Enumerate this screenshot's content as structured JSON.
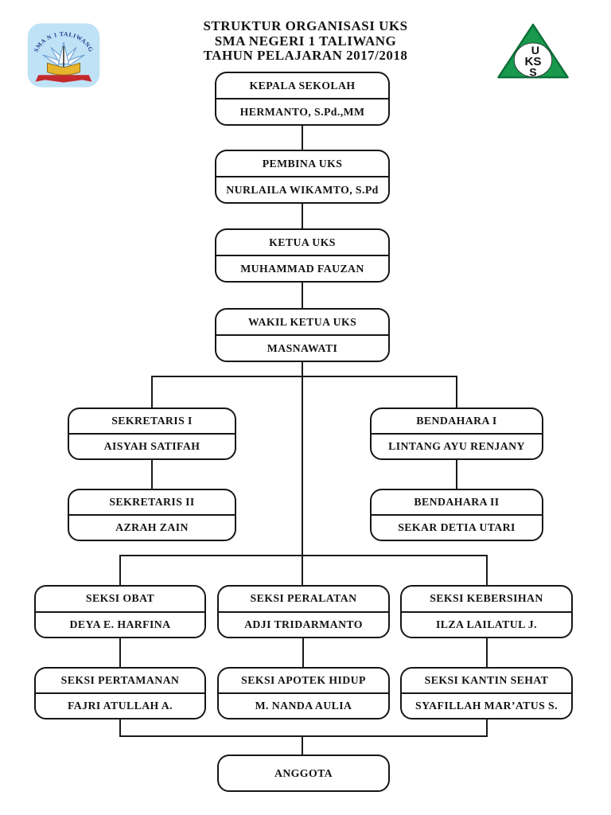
{
  "header": {
    "title_line1": "STRUKTUR ORGANISASI UKS",
    "title_line2": "SMA NEGERI 1 TALIWANG",
    "title_line3": "TAHUN PELAJARAN 2017/2018"
  },
  "logos": {
    "school": {
      "arc_text": "SMA N 1 TALIWANG",
      "background_color": "#bfe2f6",
      "petal_color": "#ffffff",
      "petal_outline_color": "#6b9fd4",
      "book_color": "#e6b52c",
      "ribbon_color": "#c5292d",
      "arc_text_color": "#1c3f94"
    },
    "uks": {
      "letter_top": "U",
      "letter_middle": "KS",
      "letter_bottom": "S",
      "triangle_color": "#18994d",
      "triangle_outline_color": "#0c6e38",
      "circle_color": "#ffffff",
      "letter_color": "#111111"
    }
  },
  "nodes": {
    "kepala": {
      "title": "KEPALA SEKOLAH",
      "name": "HERMANTO, S.Pd.,MM"
    },
    "pembina": {
      "title": "PEMBINA UKS",
      "name": "NURLAILA WIKAMTO, S.Pd"
    },
    "ketua": {
      "title": "KETUA UKS",
      "name": "MUHAMMAD FAUZAN"
    },
    "wakil": {
      "title": "WAKIL KETUA UKS",
      "name": "MASNAWATI"
    },
    "sekretaris1": {
      "title": "SEKRETARIS I",
      "name": "AISYAH SATIFAH"
    },
    "sekretaris2": {
      "title": "SEKRETARIS II",
      "name": "AZRAH ZAIN"
    },
    "bendahara1": {
      "title": "BENDAHARA I",
      "name": "LINTANG AYU RENJANY"
    },
    "bendahara2": {
      "title": "BENDAHARA II",
      "name": "SEKAR DETIA UTARI"
    },
    "seksi_obat": {
      "title": "SEKSI OBAT",
      "name": "DEYA E. HARFINA"
    },
    "seksi_peralatan": {
      "title": "SEKSI PERALATAN",
      "name": "ADJI TRIDARMANTO"
    },
    "seksi_kebersihan": {
      "title": "SEKSI KEBERSIHAN",
      "name": "ILZA LAILATUL J."
    },
    "seksi_pertamanan": {
      "title": "SEKSI PERTAMANAN",
      "name": "FAJRI ATULLAH A."
    },
    "seksi_apotek": {
      "title": "SEKSI APOTEK HIDUP",
      "name": "M. NANDA AULIA"
    },
    "seksi_kantin": {
      "title": "SEKSI KANTIN SEHAT",
      "name": "SYAFILLAH MAR’ATUS S."
    },
    "anggota": {
      "title": "ANGGOTA"
    }
  },
  "edges": [
    [
      "kepala",
      "pembina"
    ],
    [
      "pembina",
      "ketua"
    ],
    [
      "ketua",
      "wakil"
    ],
    [
      "wakil",
      "sekretaris1"
    ],
    [
      "wakil",
      "bendahara1"
    ],
    [
      "sekretaris1",
      "sekretaris2"
    ],
    [
      "bendahara1",
      "bendahara2"
    ],
    [
      "wakil",
      "seksi_obat"
    ],
    [
      "wakil",
      "seksi_peralatan"
    ],
    [
      "wakil",
      "seksi_kebersihan"
    ],
    [
      "seksi_obat",
      "seksi_pertamanan"
    ],
    [
      "seksi_peralatan",
      "seksi_apotek"
    ],
    [
      "seksi_kebersihan",
      "seksi_kantin"
    ],
    [
      "seksi_pertamanan",
      "anggota"
    ],
    [
      "seksi_apotek",
      "anggota"
    ],
    [
      "seksi_kantin",
      "anggota"
    ]
  ],
  "line_color": "#1a1a1a"
}
